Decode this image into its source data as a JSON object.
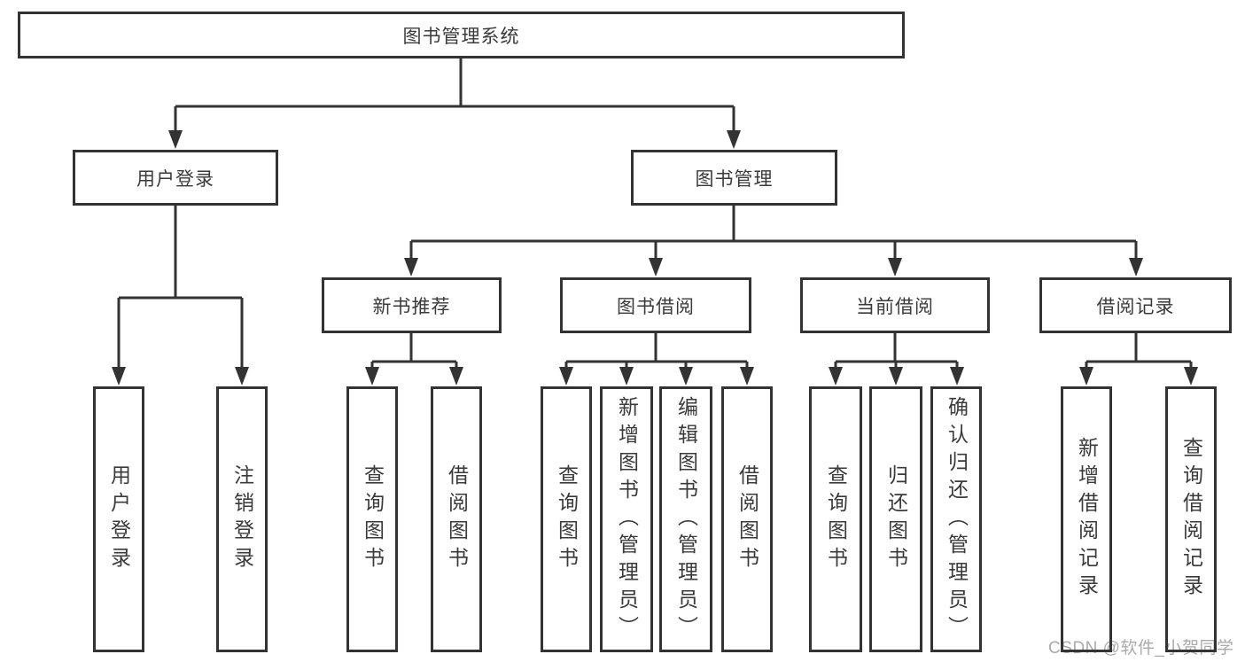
{
  "tree": {
    "root": "图书管理系统",
    "branches": [
      {
        "label": "用户登录",
        "children": [
          "用户登录",
          "注销登录"
        ]
      },
      {
        "label": "图书管理",
        "children": [
          {
            "label": "新书推荐",
            "children": [
              "查询图书",
              "借阅图书"
            ]
          },
          {
            "label": "图书借阅",
            "children": [
              "查询图书",
              "新增图书（管理员）",
              "编辑图书（管理员）",
              "借阅图书"
            ]
          },
          {
            "label": "当前借阅",
            "children": [
              "查询图书",
              "归还图书",
              "确认归还（管理员）"
            ]
          },
          {
            "label": "借阅记录",
            "children": [
              "新增借阅记录",
              "查询借阅记录"
            ]
          }
        ]
      }
    ]
  },
  "watermark": "CSDN @软件_小贺同学",
  "colors": {
    "line": "#333333",
    "text": "#3a3a3a",
    "background": "#ffffff",
    "watermark": "#aaaaaa"
  }
}
